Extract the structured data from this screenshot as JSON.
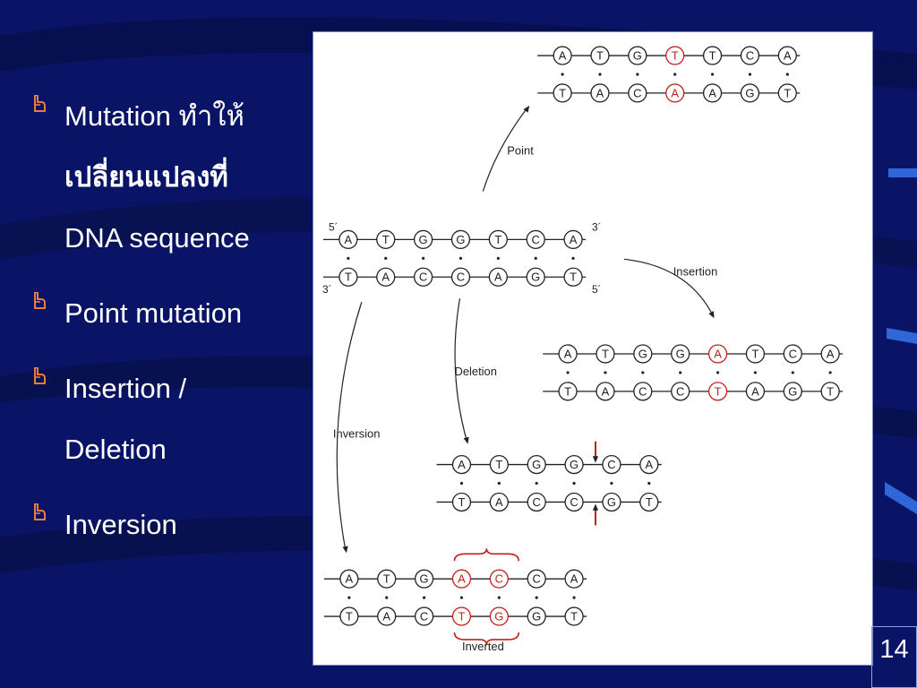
{
  "bullets": [
    {
      "lines": [
        "Mutation ทำให้",
        "เปลี่ยนแปลงที่",
        "DNA sequence"
      ]
    },
    {
      "lines": [
        "Point mutation"
      ]
    },
    {
      "lines": [
        "Insertion /",
        "Deletion"
      ]
    },
    {
      "lines": [
        "Inversion"
      ]
    }
  ],
  "figure": {
    "original": {
      "top": [
        "A",
        "T",
        "G",
        "G",
        "T",
        "C",
        "A"
      ],
      "bottom": [
        "T",
        "A",
        "C",
        "C",
        "A",
        "G",
        "T"
      ],
      "end_top_left": "5´",
      "end_top_right": "3´",
      "end_bottom_left": "3´",
      "end_bottom_right": "5´"
    },
    "point": {
      "label": "Point",
      "top": [
        "A",
        "T",
        "G",
        "T",
        "T",
        "C",
        "A"
      ],
      "bottom": [
        "T",
        "A",
        "C",
        "A",
        "A",
        "G",
        "T"
      ],
      "highlight": [
        3
      ]
    },
    "insertion": {
      "label": "Insertion",
      "top": [
        "A",
        "T",
        "G",
        "G",
        "A",
        "T",
        "C",
        "A"
      ],
      "bottom": [
        "T",
        "A",
        "C",
        "C",
        "T",
        "A",
        "G",
        "T"
      ],
      "highlight": [
        4
      ]
    },
    "deletion": {
      "label": "Deletion",
      "top": [
        "A",
        "T",
        "G",
        "G",
        "C",
        "A"
      ],
      "bottom": [
        "T",
        "A",
        "C",
        "C",
        "G",
        "T"
      ]
    },
    "inversion": {
      "label": "Inversion",
      "top": [
        "A",
        "T",
        "G",
        "A",
        "C",
        "C",
        "A"
      ],
      "bottom": [
        "T",
        "A",
        "C",
        "T",
        "G",
        "G",
        "T"
      ],
      "highlight": [
        3,
        4
      ],
      "inverted_label": "Inverted"
    }
  },
  "page_number": "14",
  "colors": {
    "background": "#0a1466",
    "highlight": "#c0221a",
    "text": "#ffffff"
  },
  "icons": {
    "bullet": "pointing-hand-icon"
  }
}
